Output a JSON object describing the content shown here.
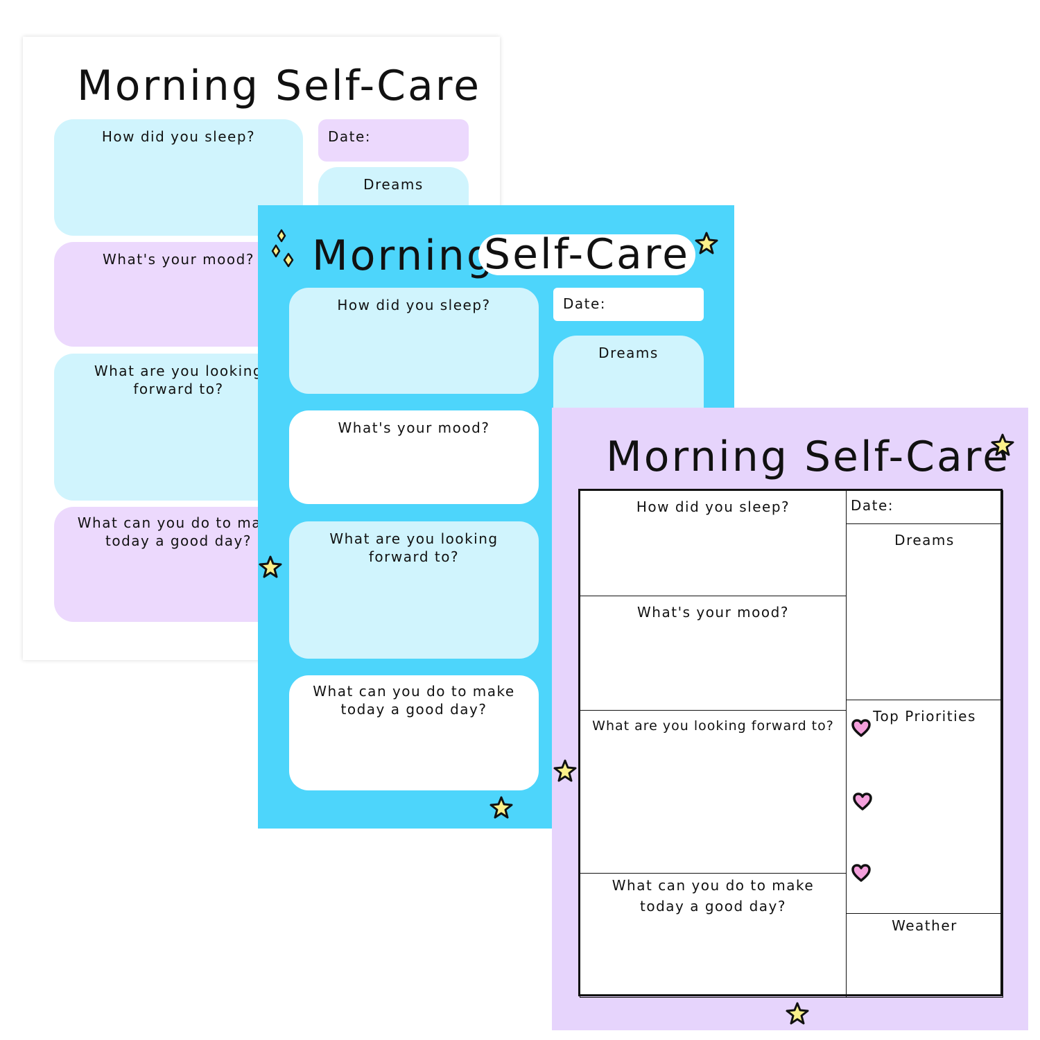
{
  "pages": [
    {
      "variant": "white",
      "title": "Morning Self-Care",
      "fields": {
        "sleep": "How did you sleep?",
        "date": "Date:",
        "dreams": "Dreams",
        "mood": "What's your mood?",
        "looking": "What are you looking forward to?",
        "good_day": "What can you do to make today a good day?"
      }
    },
    {
      "variant": "blue",
      "title_part1": "Morning",
      "title_part2": "Self-Care",
      "fields": {
        "sleep": "How did you sleep?",
        "date": "Date:",
        "dreams": "Dreams",
        "mood": "What's your mood?",
        "looking": "What are you looking forward to?",
        "good_day": "What can you do to make today a good day?"
      }
    },
    {
      "variant": "lavender",
      "title": "Morning Self-Care",
      "fields": {
        "sleep": "How did you sleep?",
        "date": "Date:",
        "dreams": "Dreams",
        "mood": "What's your mood?",
        "looking": "What are you looking forward to?",
        "good_day": "What can you do to make today a good day?",
        "priorities": "Top Priorities",
        "weather": "Weather"
      }
    }
  ],
  "colors": {
    "blue": "#4dd5fb",
    "lavender": "#e6d4fc",
    "cyan_box": "#d0f4fd",
    "lav_box": "#ecd9fd",
    "star": "#fbf08a",
    "heart": "#f4a0dc"
  }
}
